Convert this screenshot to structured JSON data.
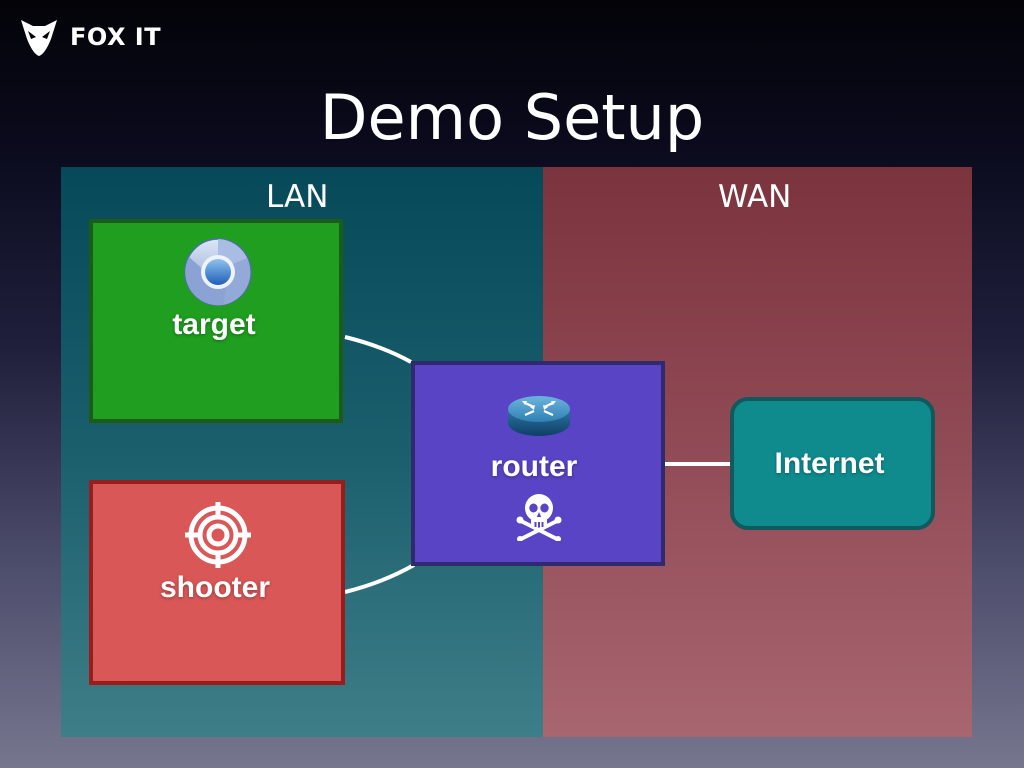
{
  "logo": {
    "text": "FOX IT"
  },
  "slide": {
    "title": "Demo Setup"
  },
  "zones": {
    "lan": {
      "label": "LAN",
      "color": "#0f5a68"
    },
    "wan": {
      "label": "WAN",
      "color": "#8f4551"
    }
  },
  "nodes": {
    "target": {
      "label": "target",
      "icon": "chrome-browser-icon",
      "color": "#1f9e1f"
    },
    "shooter": {
      "label": "shooter",
      "icon": "crosshair-target-icon",
      "color": "#d95757"
    },
    "router": {
      "label": "router",
      "icon": "router-icon",
      "badge_icon": "skull-crossbones-icon",
      "color": "#5944c6"
    },
    "internet": {
      "label": "Internet",
      "color": "#0f8b8e"
    }
  },
  "links": [
    {
      "from": "target",
      "to": "router"
    },
    {
      "from": "shooter",
      "to": "router"
    },
    {
      "from": "router",
      "to": "internet"
    }
  ]
}
